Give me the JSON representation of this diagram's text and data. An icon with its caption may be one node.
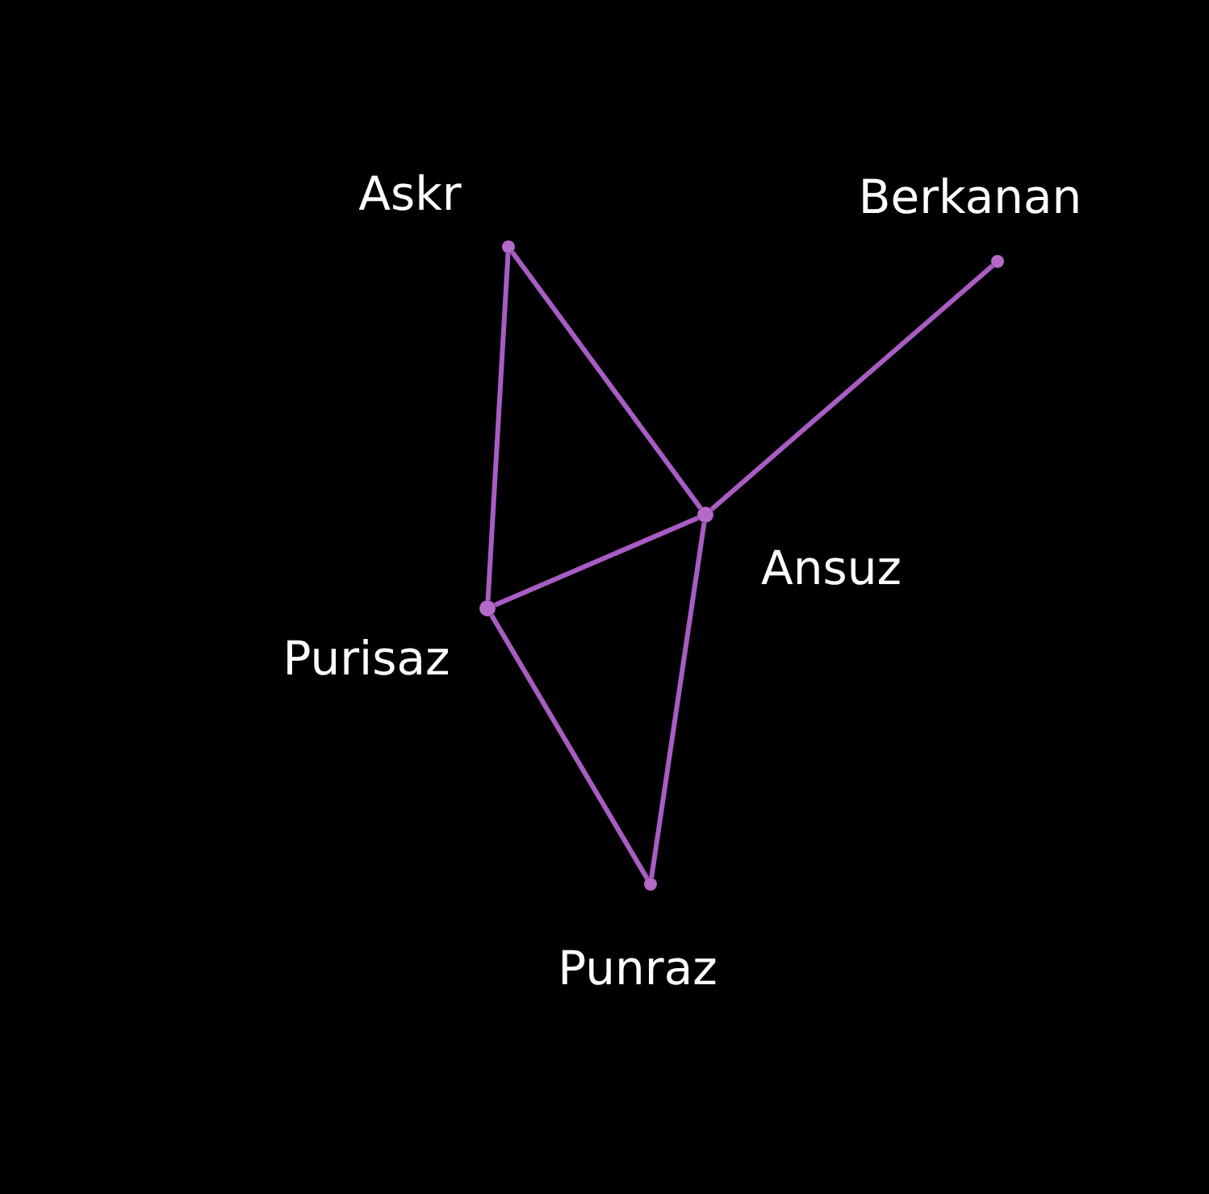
{
  "diagram": {
    "nodes": [
      {
        "text": [],
        "shape": "circle",
        "beside": [
          "Askr"
        ]
      },
      {
        "text": [],
        "shape": "circle",
        "beside": [
          "Berkanan"
        ]
      },
      {
        "text": [],
        "shape": "circle",
        "beside": [
          "Ansuz"
        ]
      },
      {
        "text": [],
        "shape": "circle",
        "beside": [
          "Purisaz"
        ]
      },
      {
        "text": [],
        "shape": "circle",
        "beside": [
          "Punraz"
        ]
      }
    ],
    "edges": [
      {
        "from": 0,
        "to": 3,
        "arrow": "none"
      },
      {
        "from": 0,
        "to": 2,
        "arrow": "none"
      },
      {
        "from": 1,
        "to": 2,
        "arrow": "none"
      },
      {
        "from": 2,
        "to": 3,
        "arrow": "none"
      },
      {
        "from": 2,
        "to": 4,
        "arrow": "none"
      },
      {
        "from": 3,
        "to": 4,
        "arrow": "none"
      }
    ]
  }
}
